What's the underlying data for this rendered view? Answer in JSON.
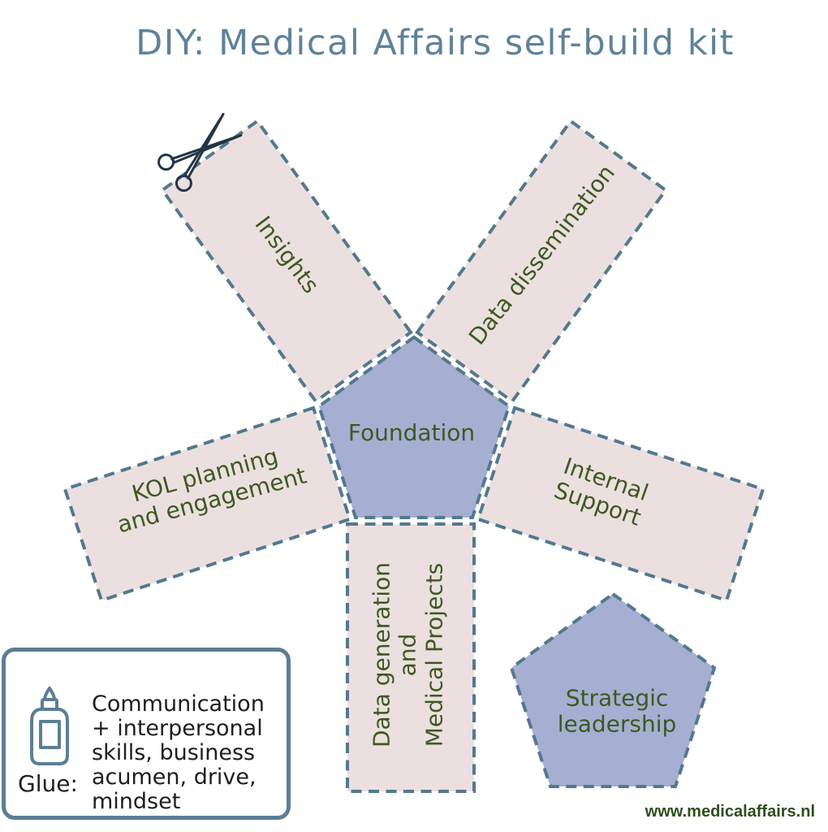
{
  "title": "DIY: Medical Affairs self-build kit",
  "diagram": {
    "foundation_label": "Foundation",
    "flaps": {
      "insights": "Insights",
      "data_dissemination": "Data dissemination",
      "internal_support": "Internal\nSupport",
      "kol_planning": "KOL planning\nand engagement",
      "data_generation": "Data generation\nand\nMedical Projects"
    },
    "detached_pentagon_label": "Strategic\nleadership"
  },
  "glue_box": {
    "label": "Glue:",
    "text": "Communication\n+ interpersonal\nskills, business\nacumen, drive,\nmindset"
  },
  "footer": {
    "website": "www.medicalaffairs.nl"
  },
  "icons": {
    "scissors": "scissors-icon",
    "glue_bottle": "glue-bottle-icon"
  },
  "colors": {
    "title": "#5f8299",
    "dashed_outline": "#54788e",
    "flap_fill": "#ebe0df",
    "pentagon_fill": "#a6afd1",
    "label_text": "#3e5822",
    "glue_outline": "#5b7f94",
    "glue_text": "#1e1e1e",
    "website_text": "#2d4d1d",
    "scissors": "#233647"
  }
}
